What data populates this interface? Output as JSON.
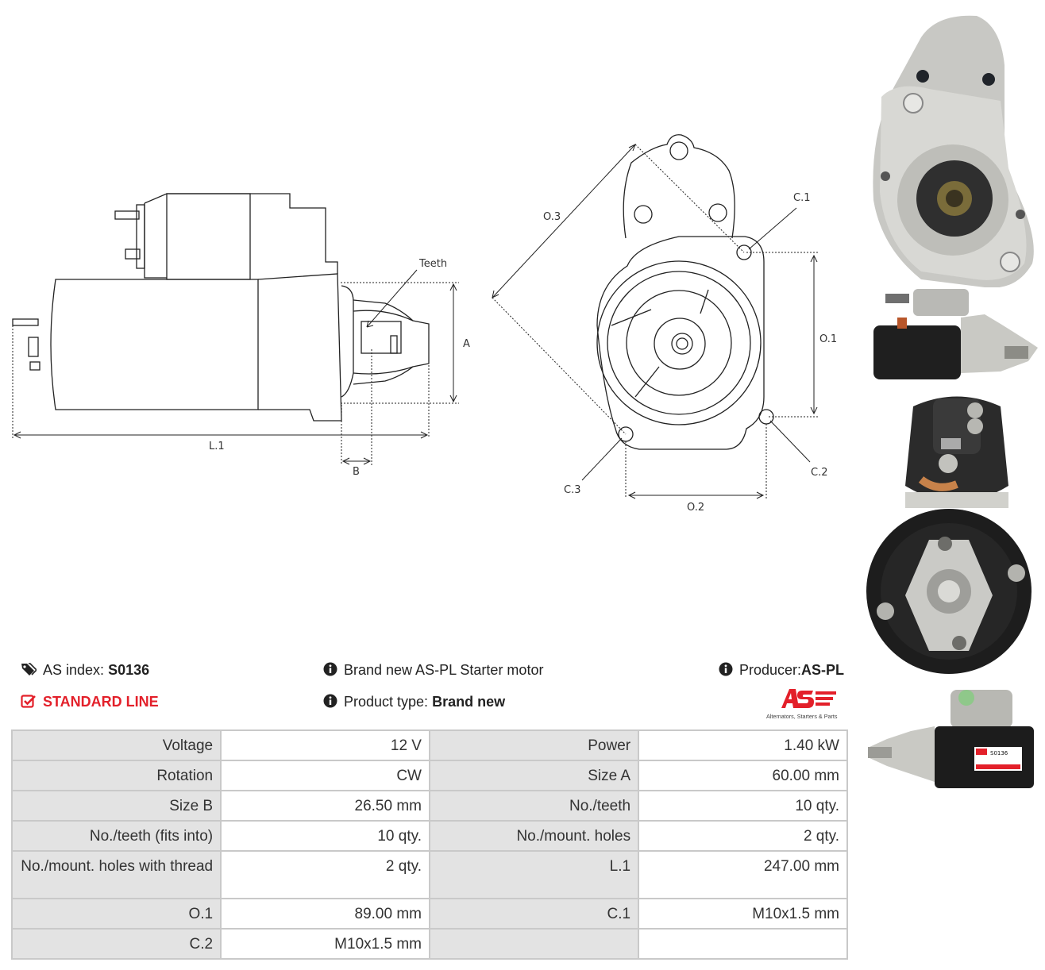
{
  "diagram": {
    "labels": {
      "teeth": "Teeth",
      "a": "A",
      "l1": "L.1",
      "b": "B",
      "o3": "O.3",
      "c1": "C.1",
      "o1": "O.1",
      "c2": "C.2",
      "c3": "C.3",
      "o2": "O.2"
    }
  },
  "header": {
    "as_index_label": "AS index:",
    "as_index_value": "S0136",
    "line": "STANDARD LINE",
    "description": "Brand new AS-PL Starter motor",
    "product_type_label": "Product type:",
    "product_type_value": "Brand new",
    "producer_label": "Producer:",
    "producer_value": "AS-PL"
  },
  "logo": {
    "mark": "AS",
    "tagline": "Alternators, Starters & Parts",
    "color": "#e3202a"
  },
  "specs": [
    [
      "Voltage",
      "12 V",
      "Power",
      "1.40 kW"
    ],
    [
      "Rotation",
      "CW",
      "Size A",
      "60.00 mm"
    ],
    [
      "Size B",
      "26.50 mm",
      "No./teeth",
      "10 qty."
    ],
    [
      "No./teeth (fits into)",
      "10 qty.",
      "No./mount. holes",
      "2 qty."
    ],
    [
      "No./mount. holes with thread",
      "2 qty.",
      "L.1",
      "247.00 mm"
    ],
    [
      "O.1",
      "89.00 mm",
      "C.1",
      "M10x1.5 mm"
    ],
    [
      "C.2",
      "M10x1.5 mm",
      "",
      ""
    ]
  ],
  "photo_label": {
    "index": "S0136"
  }
}
